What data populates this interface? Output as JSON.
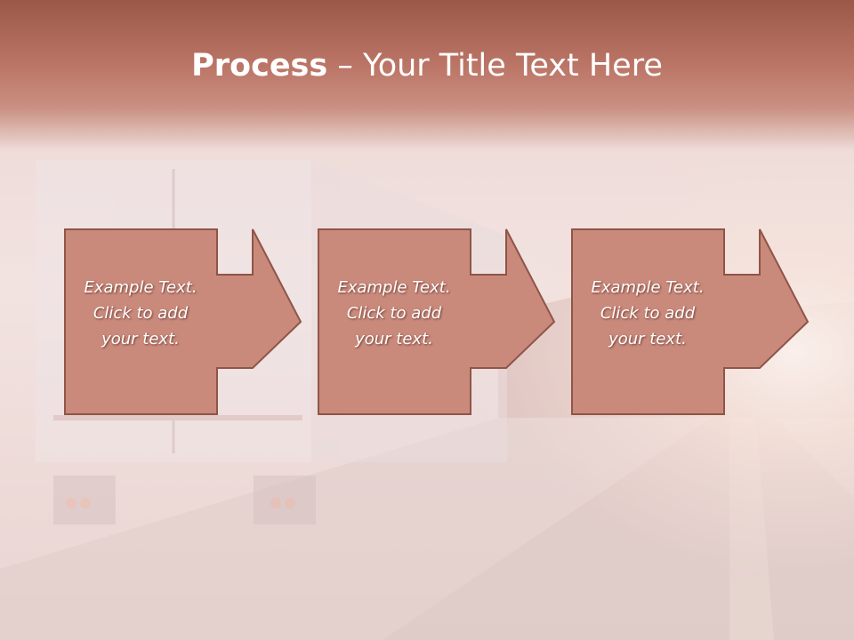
{
  "slide": {
    "title_bold": "Process",
    "title_rest": " – Your Title Text Here"
  },
  "steps": [
    {
      "line1": "Example Text.",
      "line2": "Click  to add",
      "line3": "your text."
    },
    {
      "line1": "Example Text.",
      "line2": "Click  to add",
      "line3": "your text."
    },
    {
      "line1": "Example Text.",
      "line2": "Click  to add",
      "line3": "your text."
    }
  ],
  "colors": {
    "title_bar": "#b46e5e",
    "box_fill": "#c98a7c",
    "box_border": "#8e5548",
    "text": "#ffffff"
  }
}
